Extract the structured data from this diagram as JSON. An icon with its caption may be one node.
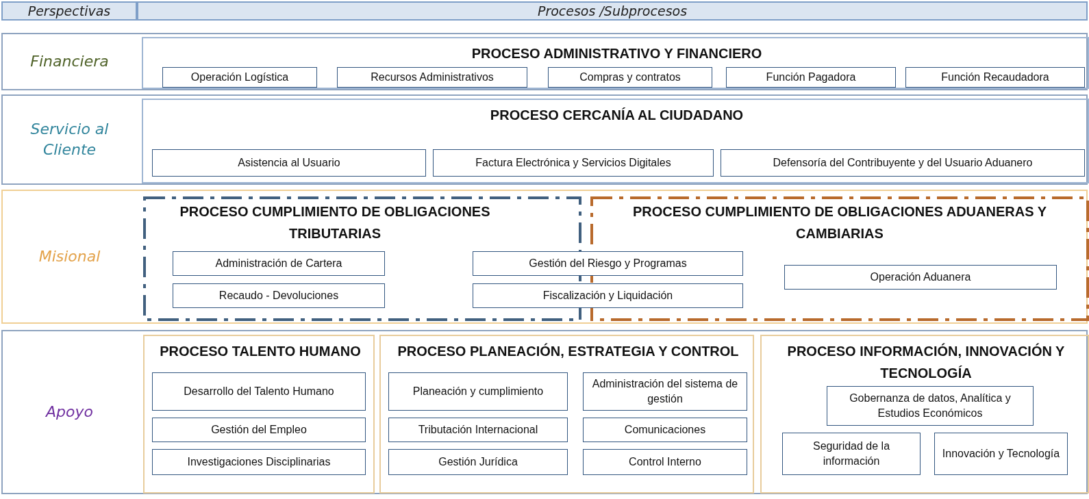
{
  "diagram": {
    "nodes": [
      {
        "text": [
          "Perspectivas"
        ]
      },
      {
        "text": [
          "Procesos /Subprocesos"
        ]
      },
      {
        "text": [
          "Financiera"
        ]
      },
      {
        "text": [
          "PROCESO ADMINISTRATIVO Y FINANCIERO"
        ],
        "in": 2
      },
      {
        "text": [
          "Operación Logística"
        ],
        "in": 3
      },
      {
        "text": [
          "Recursos Administrativos"
        ],
        "in": 3
      },
      {
        "text": [
          "Compras y contratos"
        ],
        "in": 3
      },
      {
        "text": [
          "Función Pagadora"
        ],
        "in": 3
      },
      {
        "text": [
          "Función Recaudadora"
        ],
        "in": 3
      },
      {
        "text": [
          "Servicio al Cliente"
        ]
      },
      {
        "text": [
          "PROCESO CERCANÍA AL CIUDADANO"
        ],
        "in": 9
      },
      {
        "text": [
          "Asistencia al Usuario"
        ],
        "in": 10
      },
      {
        "text": [
          "Factura Electrónica y Servicios Digitales"
        ],
        "in": 10
      },
      {
        "text": [
          "Defensoría del Contribuyente y del Usuario Aduanero"
        ],
        "in": 10
      },
      {
        "text": [
          "Misional"
        ]
      },
      {
        "text": [
          "PROCESO CUMPLIMIENTO DE OBLIGACIONES TRIBUTARIAS"
        ],
        "in": 14
      },
      {
        "text": [
          "Administración de Cartera"
        ],
        "in": 15
      },
      {
        "text": [
          "Recaudo - Devoluciones"
        ],
        "in": 15
      },
      {
        "text": [
          "PROCESO CUMPLIMIENTO DE OBLIGACIONES ADUANERAS Y CAMBIARIAS"
        ],
        "in": 14
      },
      {
        "text": [
          "Gestión del Riesgo y Programas"
        ],
        "in": 14
      },
      {
        "text": [
          "Fiscalización y Liquidación"
        ],
        "in": 14
      },
      {
        "text": [
          "Operación Aduanera"
        ],
        "in": 18
      },
      {
        "text": [
          "Apoyo"
        ]
      },
      {
        "text": [
          "PROCESO TALENTO HUMANO"
        ],
        "in": 22
      },
      {
        "text": [
          "Desarrollo del Talento Humano"
        ],
        "in": 23
      },
      {
        "text": [
          "Gestión del Empleo"
        ],
        "in": 23
      },
      {
        "text": [
          "Investigaciones Disciplinarias"
        ],
        "in": 23
      },
      {
        "text": [
          "PROCESO PLANEACIÓN, ESTRATEGIA Y CONTROL"
        ],
        "in": 22
      },
      {
        "text": [
          "Planeación y cumplimiento"
        ],
        "in": 27
      },
      {
        "text": [
          "Administración del sistema de gestión"
        ],
        "in": 27
      },
      {
        "text": [
          "Tributación Internacional"
        ],
        "in": 27
      },
      {
        "text": [
          "Comunicaciones"
        ],
        "in": 27
      },
      {
        "text": [
          "Gestión Jurídica"
        ],
        "in": 27
      },
      {
        "text": [
          "Control Interno"
        ],
        "in": 27
      },
      {
        "text": [
          "PROCESO INFORMACIÓN, INNOVACIÓN Y TECNOLOGÍA"
        ],
        "in": 22
      },
      {
        "text": [
          "Gobernanza de datos, Analítica y Estudios Económicos"
        ],
        "in": 34
      },
      {
        "text": [
          "Seguridad de la información"
        ],
        "in": 34
      },
      {
        "text": [
          "Innovación y Tecnología"
        ],
        "in": 34
      }
    ]
  }
}
